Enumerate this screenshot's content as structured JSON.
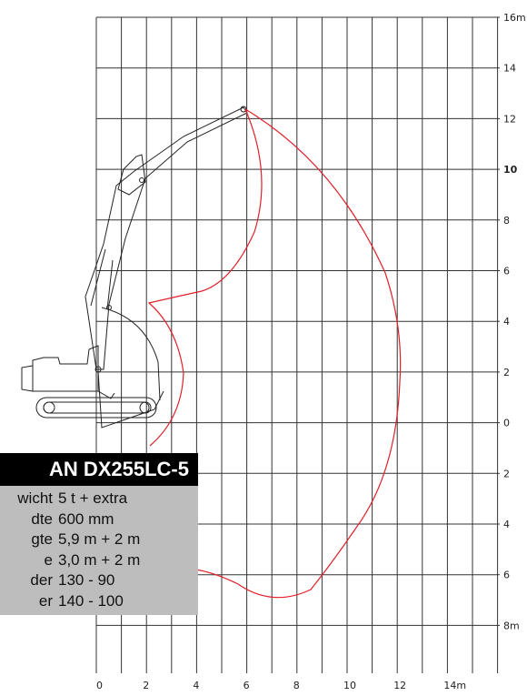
{
  "diagram": {
    "x_axis_ticks": [
      "0",
      "2",
      "4",
      "6",
      "8",
      "10",
      "12",
      "14m"
    ],
    "y_axis_ticks": [
      "16m",
      "14",
      "12",
      "10",
      "8",
      "6",
      "4",
      "2",
      "0",
      "2",
      "4",
      "6",
      "8m"
    ],
    "colors": {
      "grid": "#333333",
      "envelope": "#e0202a",
      "machine": "#222222"
    }
  },
  "spec": {
    "title": "AN DX255LC-5",
    "rows": [
      {
        "label": "wicht",
        "value": "5 t + extra"
      },
      {
        "label": "dte",
        "value": "600 mm"
      },
      {
        "label": "gte",
        "value": "5,9 m + 2 m"
      },
      {
        "label": "e",
        "value": "3,0 m + 2 m"
      },
      {
        "label": "der",
        "value": "130 - 90"
      },
      {
        "label": "er",
        "value": "140 - 100"
      }
    ]
  }
}
